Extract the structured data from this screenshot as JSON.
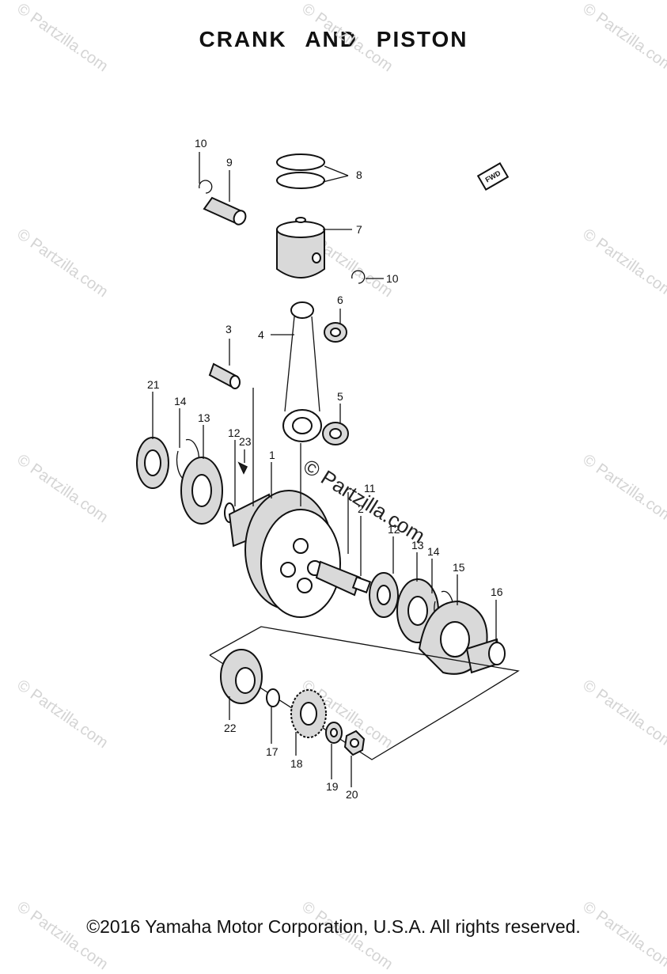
{
  "title": "CRANK AND PISTON",
  "footer": "©2016 Yamaha Motor Corporation, U.S.A. All rights reserved.",
  "watermark": "© Partzilla.com",
  "center_watermark": "© Partzilla.com",
  "fwd_label": "FWD",
  "callouts": {
    "c1": "1",
    "c2": "2",
    "c3": "3",
    "c4": "4",
    "c5": "5",
    "c6": "6",
    "c7": "7",
    "c8": "8",
    "c9": "9",
    "c10a": "10",
    "c10b": "10",
    "c11": "11",
    "c12a": "12",
    "c12b": "12",
    "c13a": "13",
    "c13b": "13",
    "c14a": "14",
    "c14b": "14",
    "c15": "15",
    "c16": "16",
    "c17": "17",
    "c18": "18",
    "c19": "19",
    "c20": "20",
    "c21": "21",
    "c22": "22",
    "c23": "23"
  }
}
